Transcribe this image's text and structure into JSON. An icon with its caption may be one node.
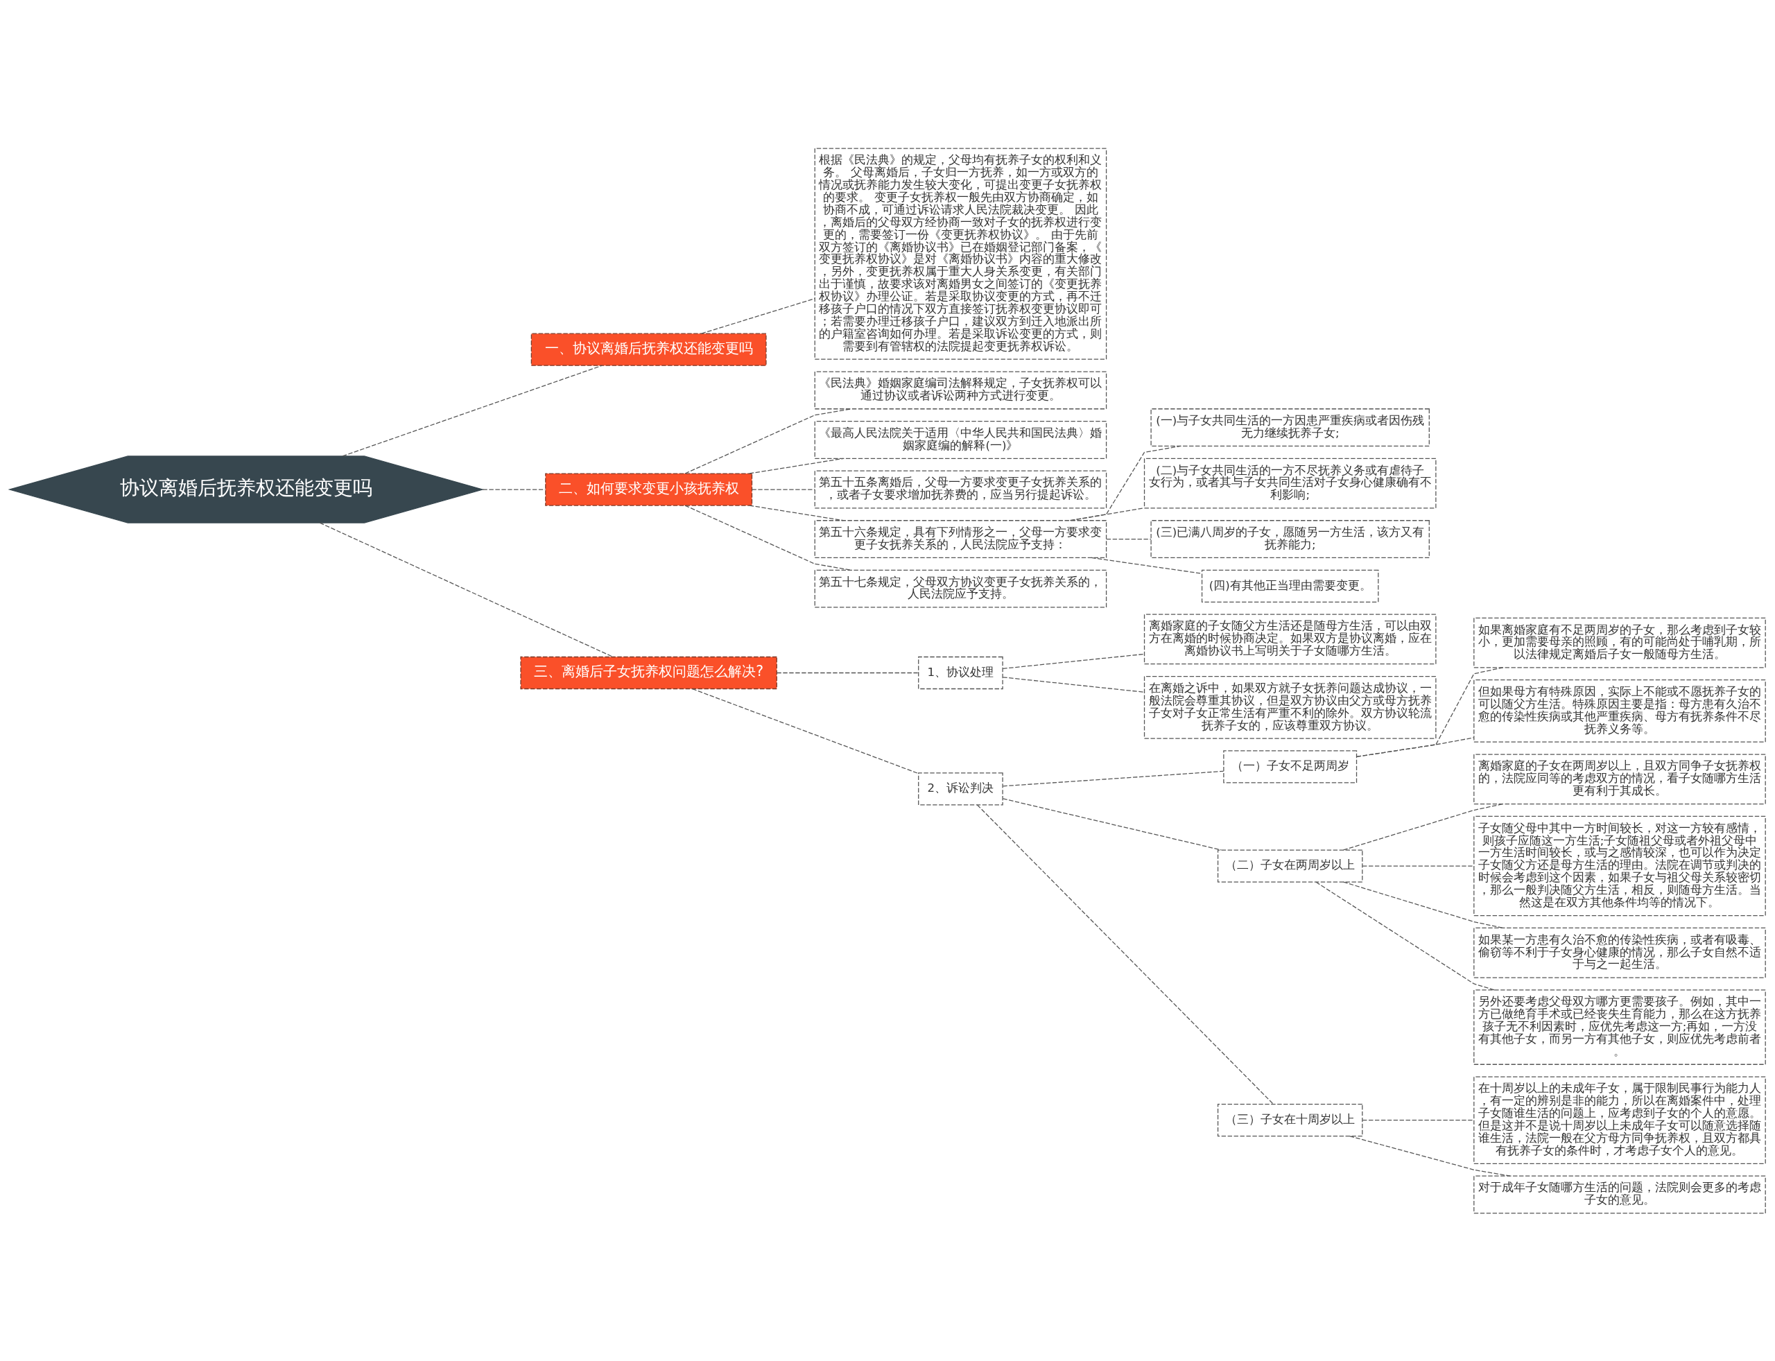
{
  "diagram": {
    "nodes": [
      {
        "text": [
          "协议离婚后抚养权还能变更吗"
        ]
      },
      {
        "text": [
          "一、协议离婚后抚养权还能变更吗"
        ]
      },
      {
        "text": [
          "根据《民法典》的规定，父母均有抚养子女的权利和义务。 父母离婚后，子女归一方抚养，如一方或双方的情况或抚养能力发生较大变化，可提出变更子女抚养权的要求。 变更子女抚养权一般先由双方协商确定，如协商不成，可通过诉讼请求人民法院裁决变更。 因此，离婚后的父母双方经协商一致对子女的抚养权进行变更的，需要签订一份《变更抚养权协议》。 由于先前双方签订的《离婚协议书》已在婚姻登记部门备案，《变更抚养权协议》是对《离婚协议书》内容的重大修改，另外，变更抚养权属于重大人身关系变更，有关部门出于谨慎，故要求该对离婚男女之间签订的《变更抚养权协议》办理公证。若是采取协议变更的方式，再不迁移孩子户口的情况下双方直接签订抚养权变更协议即可；若需要办理迁移孩子户口，建议双方到迁入地派出所的户籍室咨询如何办理。若是采取诉讼变更的方式，则需要到有管辖权的法院提起变更抚养权诉讼。"
        ]
      },
      {
        "text": [
          "二、如何要求变更小孩抚养权"
        ]
      },
      {
        "text": [
          "《民法典》婚姻家庭编司法解释规定，子女抚养权可以通过协议或者诉讼两种方式进行变更。"
        ]
      },
      {
        "text": [
          "《最高人民法院关于适用〈中华人民共和国民法典〉婚姻家庭编的解释(一)》"
        ]
      },
      {
        "text": [
          "第五十五条离婚后，父母一方要求变更子女抚养关系的，或者子女要求增加抚养费的，应当另行提起诉讼。"
        ]
      },
      {
        "text": [
          "第五十六条规定，具有下列情形之一，父母一方要求变更子女抚养关系的，人民法院应予支持："
        ]
      },
      {
        "text": [
          "(一)与子女共同生活的一方因患严重疾病或者因伤残无力继续抚养子女;"
        ]
      },
      {
        "text": [
          "(二)与子女共同生活的一方不尽抚养义务或有虐待子女行为，或者其与子女共同生活对子女身心健康确有不利影响;"
        ]
      },
      {
        "text": [
          "(三)已满八周岁的子女，愿随另一方生活，该方又有抚养能力;"
        ]
      },
      {
        "text": [
          "(四)有其他正当理由需要变更。"
        ]
      },
      {
        "text": [
          "第五十七条规定，父母双方协议变更子女抚养关系的，人民法院应予支持。"
        ]
      },
      {
        "text": [
          "三、离婚后子女抚养权问题怎么解决?"
        ]
      },
      {
        "text": [
          "1、协议处理"
        ]
      },
      {
        "text": [
          "离婚家庭的子女随父方生活还是随母方生活，可以由双方在离婚的时候协商决定。如果双方是协议离婚，应在离婚协议书上写明关于子女随哪方生活。"
        ]
      },
      {
        "text": [
          "在离婚之诉中，如果双方就子女抚养问题达成协议，一般法院会尊重其协议，但是双方协议由父方或母方抚养子女对子女正常生活有严重不利的除外。双方协议轮流抚养子女的，应该尊重双方协议。"
        ]
      },
      {
        "text": [
          "2、诉讼判决"
        ]
      },
      {
        "text": [
          "（一）子女不足两周岁"
        ]
      },
      {
        "text": [
          "如果离婚家庭有不足两周岁的子女，那么考虑到子女较小，更加需要母亲的照顾，有的可能尚处于哺乳期，所以法律规定离婚后子女一般随母方生活。"
        ]
      },
      {
        "text": [
          "但如果母方有特殊原因，实际上不能或不愿抚养子女的可以随父方生活。特殊原因主要是指：母方患有久治不愈的传染性疾病或其他严重疾病、母方有抚养条件不尽抚养义务等。"
        ]
      },
      {
        "text": [
          "（二）子女在两周岁以上"
        ]
      },
      {
        "text": [
          "离婚家庭的子女在两周岁以上，且双方同争子女抚养权的，法院应同等的考虑双方的情况，看子女随哪方生活更有利于其成长。"
        ]
      },
      {
        "text": [
          "子女随父母中其中一方时间较长，对这一方较有感情，则孩子应随这一方生活;子女随祖父母或者外祖父母中一方生活时间较长，或与之感情较深，也可以作为决定子女随父方还是母方生活的理由。法院在调节或判决的时候会考虑到这个因素，如果子女与祖父母关系较密切，那么一般判决随父方生活，相反，则随母方生活。当然这是在双方其他条件均等的情况下。"
        ]
      },
      {
        "text": [
          "如果某一方患有久治不愈的传染性疾病，或者有吸毒、偷窃等不利于子女身心健康的情况，那么子女自然不适于与之一起生活。"
        ]
      },
      {
        "text": [
          "另外还要考虑父母双方哪方更需要孩子。例如，其中一方已做绝育手术或已经丧失生育能力，那么在这方抚养孩子无不利因素时，应优先考虑这一方;再如，一方没有其他子女，而另一方有其他子女，则应优先考虑前者。"
        ]
      },
      {
        "text": [
          "（三）子女在十周岁以上"
        ]
      },
      {
        "text": [
          "在十周岁以上的未成年子女，属于限制民事行为能力人，有一定的辨别是非的能力，所以在离婚案件中，处理子女随谁生活的问题上，应考虑到子女的个人的意愿。但是这并不是说十周岁以上未成年子女可以随意选择随谁生活，法院一般在父方母方同争抚养权，且双方都具有抚养子女的条件时，才考虑子女个人的意见。"
        ]
      },
      {
        "text": [
          "对于成年子女随哪方生活的问题，法院则会更多的考虑子女的意见。"
        ]
      }
    ],
    "edges": [
      {
        "from": 0,
        "to": 1,
        "arrow": "none",
        "style": "dashed"
      },
      {
        "from": 1,
        "to": 2,
        "arrow": "none",
        "style": "dashed"
      },
      {
        "from": 0,
        "to": 3,
        "arrow": "none",
        "style": "dashed"
      },
      {
        "from": 3,
        "to": 4,
        "arrow": "none",
        "style": "dashed"
      },
      {
        "from": 3,
        "to": 5,
        "arrow": "none",
        "style": "dashed"
      },
      {
        "from": 3,
        "to": 6,
        "arrow": "none",
        "style": "dashed"
      },
      {
        "from": 3,
        "to": 7,
        "arrow": "none",
        "style": "dashed"
      },
      {
        "from": 7,
        "to": 8,
        "arrow": "none",
        "style": "dashed"
      },
      {
        "from": 7,
        "to": 9,
        "arrow": "none",
        "style": "dashed"
      },
      {
        "from": 7,
        "to": 10,
        "arrow": "none",
        "style": "dashed"
      },
      {
        "from": 7,
        "to": 11,
        "arrow": "none",
        "style": "dashed"
      },
      {
        "from": 3,
        "to": 12,
        "arrow": "none",
        "style": "dashed"
      },
      {
        "from": 0,
        "to": 13,
        "arrow": "none",
        "style": "dashed"
      },
      {
        "from": 13,
        "to": 14,
        "arrow": "none",
        "style": "dashed"
      },
      {
        "from": 14,
        "to": 15,
        "arrow": "none",
        "style": "dashed"
      },
      {
        "from": 14,
        "to": 16,
        "arrow": "none",
        "style": "dashed"
      },
      {
        "from": 13,
        "to": 17,
        "arrow": "none",
        "style": "dashed"
      },
      {
        "from": 17,
        "to": 18,
        "arrow": "none",
        "style": "dashed"
      },
      {
        "from": 18,
        "to": 19,
        "arrow": "none",
        "style": "dashed"
      },
      {
        "from": 18,
        "to": 20,
        "arrow": "none",
        "style": "dashed"
      },
      {
        "from": 17,
        "to": 21,
        "arrow": "none",
        "style": "dashed"
      },
      {
        "from": 21,
        "to": 22,
        "arrow": "none",
        "style": "dashed"
      },
      {
        "from": 21,
        "to": 23,
        "arrow": "none",
        "style": "dashed"
      },
      {
        "from": 21,
        "to": 24,
        "arrow": "none",
        "style": "dashed"
      },
      {
        "from": 21,
        "to": 25,
        "arrow": "none",
        "style": "dashed"
      },
      {
        "from": 17,
        "to": 26,
        "arrow": "none",
        "style": "dashed"
      },
      {
        "from": 26,
        "to": 27,
        "arrow": "none",
        "style": "dashed"
      },
      {
        "from": 26,
        "to": 28,
        "arrow": "none",
        "style": "dashed"
      }
    ]
  }
}
